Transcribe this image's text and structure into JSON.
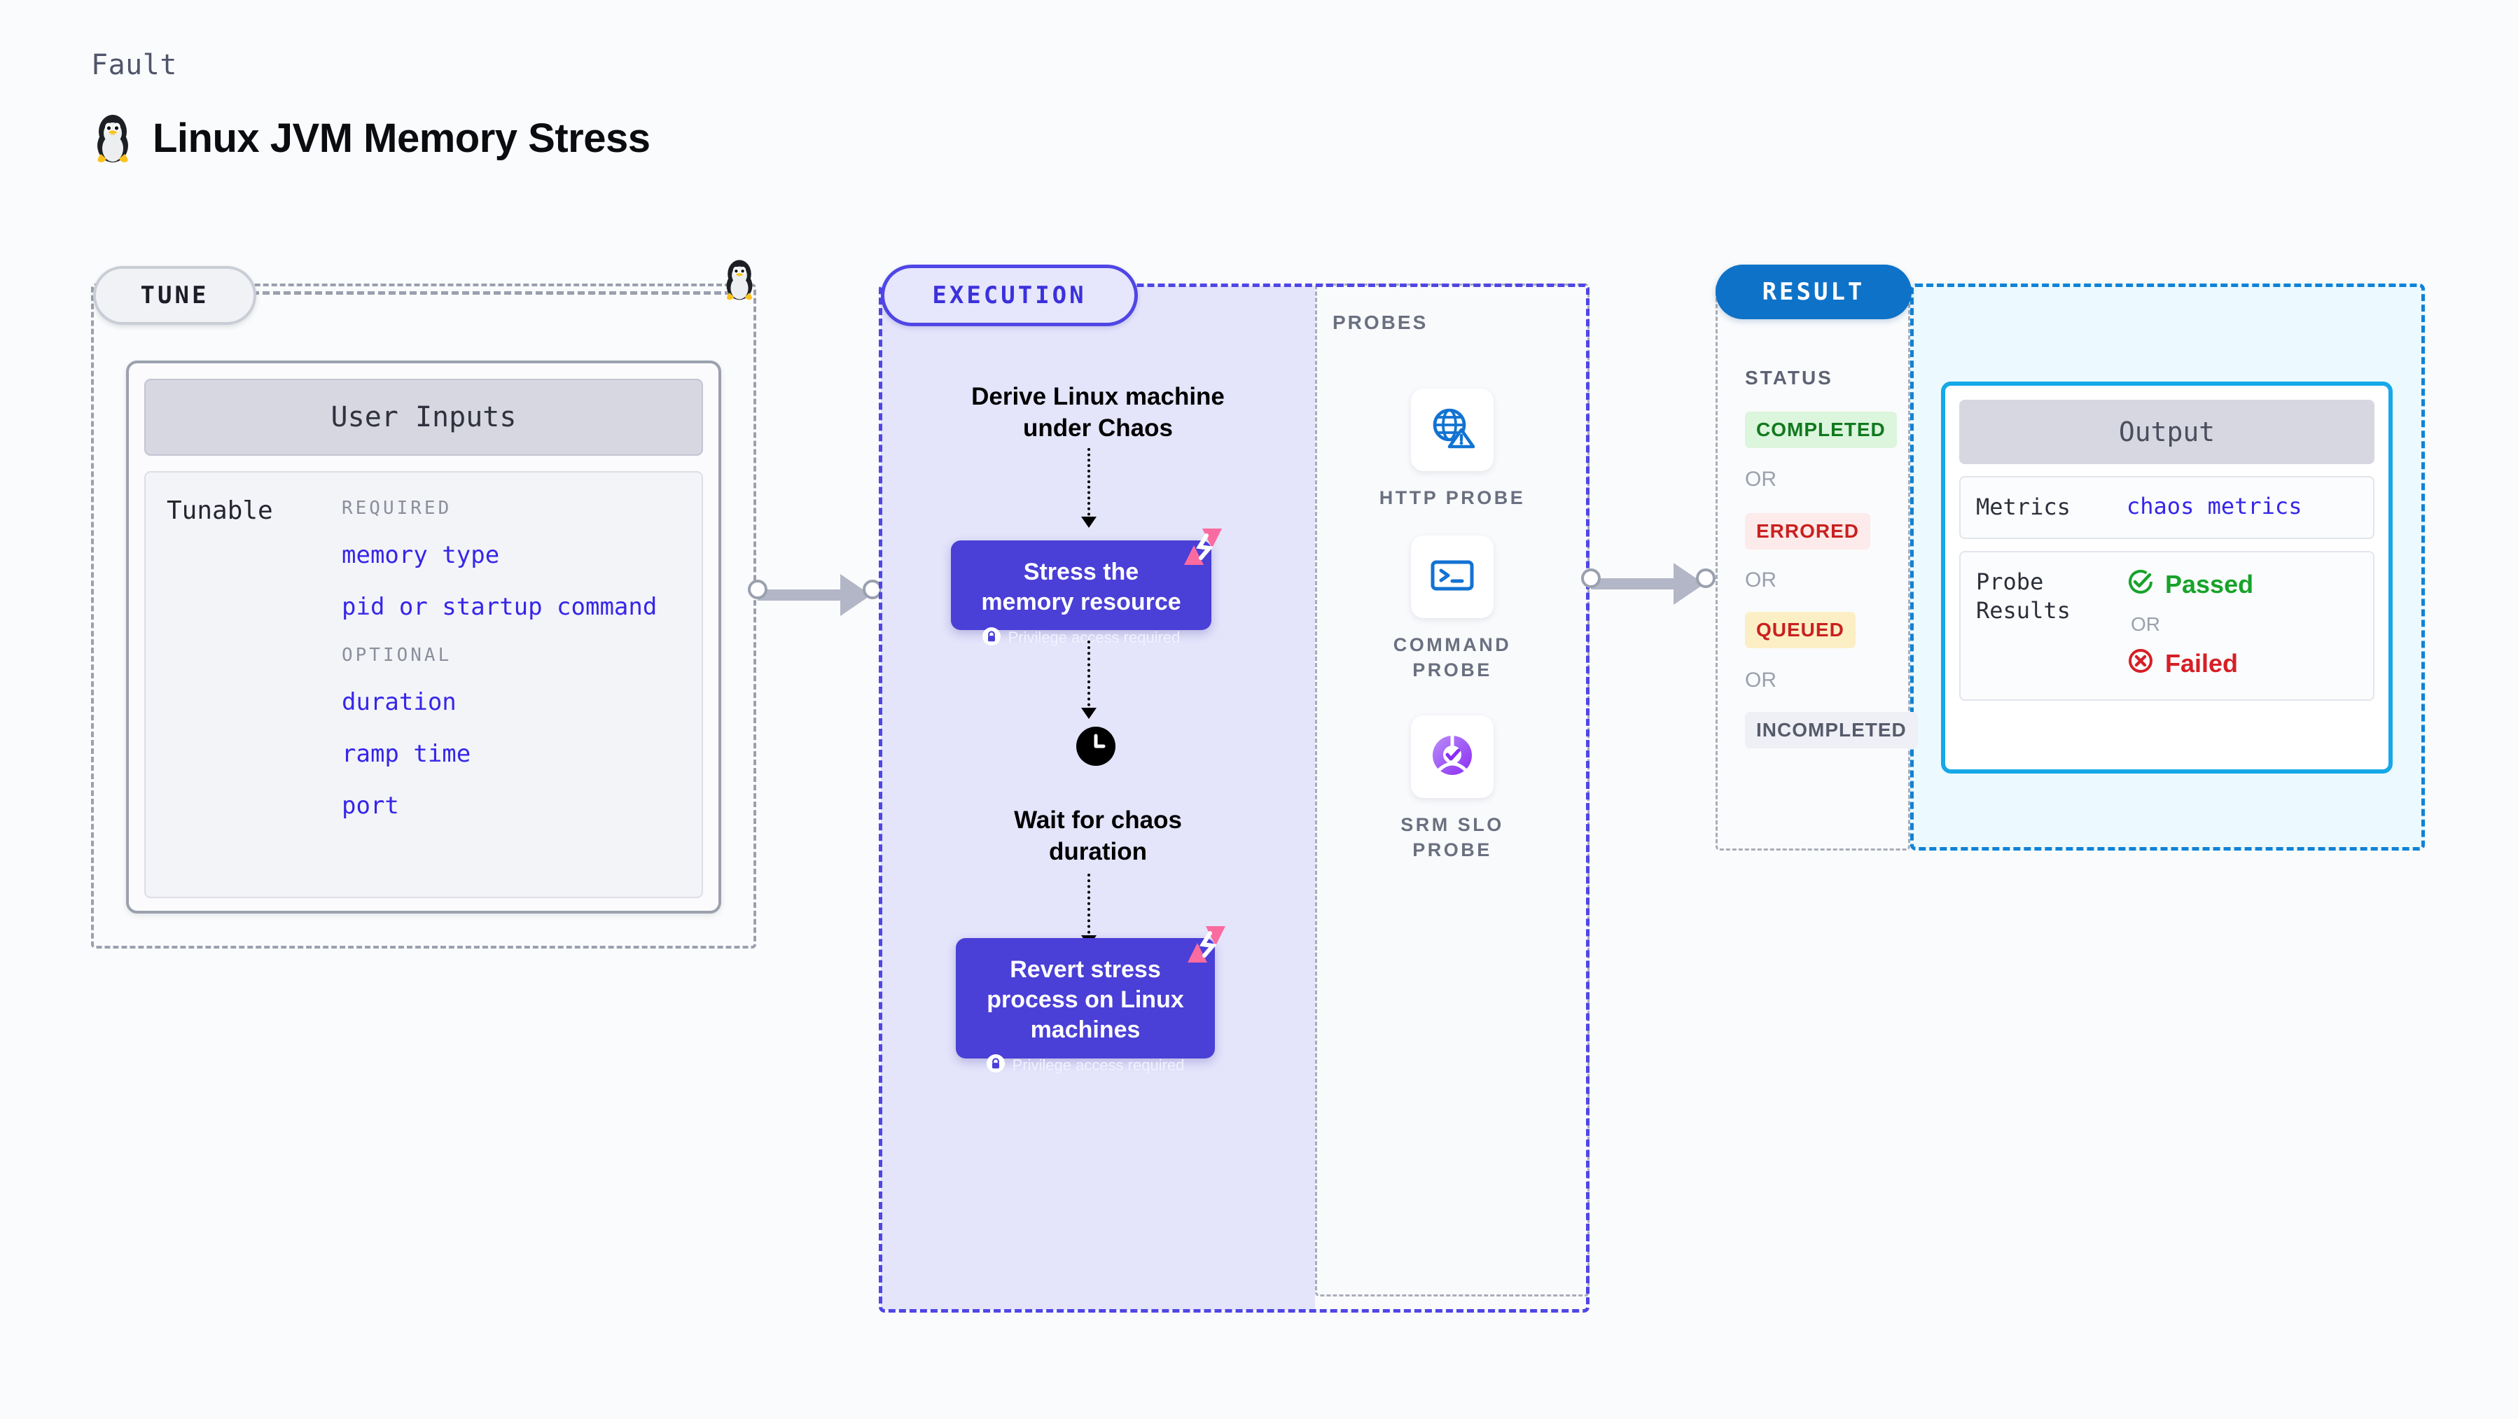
{
  "header": {
    "kicker": "Fault",
    "title": "Linux JVM Memory Stress",
    "icon": "linux-penguin-icon"
  },
  "tune": {
    "tag": "TUNE",
    "card_title": "User Inputs",
    "tunable_label": "Tunable",
    "groups": [
      {
        "heading": "REQUIRED",
        "items": [
          "memory type",
          "pid or startup command"
        ]
      },
      {
        "heading": "OPTIONAL",
        "items": [
          "duration",
          "ramp time",
          "port"
        ]
      }
    ]
  },
  "execution": {
    "tag": "EXECUTION",
    "step1_text": "Derive Linux machine\nunder Chaos",
    "block1": {
      "title": "Stress the\nmemory resource",
      "privilege": "Privilege access required",
      "badge": "chaos-logo-badge"
    },
    "wait_text": "Wait for chaos\nduration",
    "wait_icon": "clock-icon",
    "block2": {
      "title": "Revert stress\nprocess on Linux\nmachines",
      "privilege": "Privilege access required",
      "badge": "chaos-logo-badge"
    }
  },
  "probes": {
    "title": "PROBES",
    "items": [
      {
        "label": "HTTP PROBE",
        "icon": "globe-warning-icon"
      },
      {
        "label": "COMMAND\nPROBE",
        "icon": "terminal-prompt-icon"
      },
      {
        "label": "SRM SLO\nPROBE",
        "icon": "slo-donut-check-icon"
      }
    ]
  },
  "result": {
    "tag": "RESULT",
    "status_title": "STATUS",
    "or_label": "OR",
    "statuses": [
      {
        "label": "COMPLETED",
        "bg": "#dcf5dd",
        "fg": "#12791f"
      },
      {
        "label": "ERRORED",
        "bg": "#fdeaea",
        "fg": "#c8211f"
      },
      {
        "label": "QUEUED",
        "bg": "#fcefc5",
        "fg": "#c8211f"
      },
      {
        "label": "INCOMPLETED",
        "bg": "#eef0f5",
        "fg": "#565b6b"
      }
    ],
    "output": {
      "title": "Output",
      "metrics_key": "Metrics",
      "metrics_value": "chaos metrics",
      "probe_results_key": "Probe\nResults",
      "passed": "Passed",
      "failed": "Failed",
      "or_label": "OR"
    }
  },
  "colors": {
    "accent_purple": "#4a3fd6",
    "accent_blue": "#0e72c8",
    "output_border": "#16a8e8",
    "tunable_value": "#3626e8",
    "chaos_pink": "#fa6ba0",
    "pass_green": "#17a32a",
    "fail_red": "#d61f26"
  }
}
